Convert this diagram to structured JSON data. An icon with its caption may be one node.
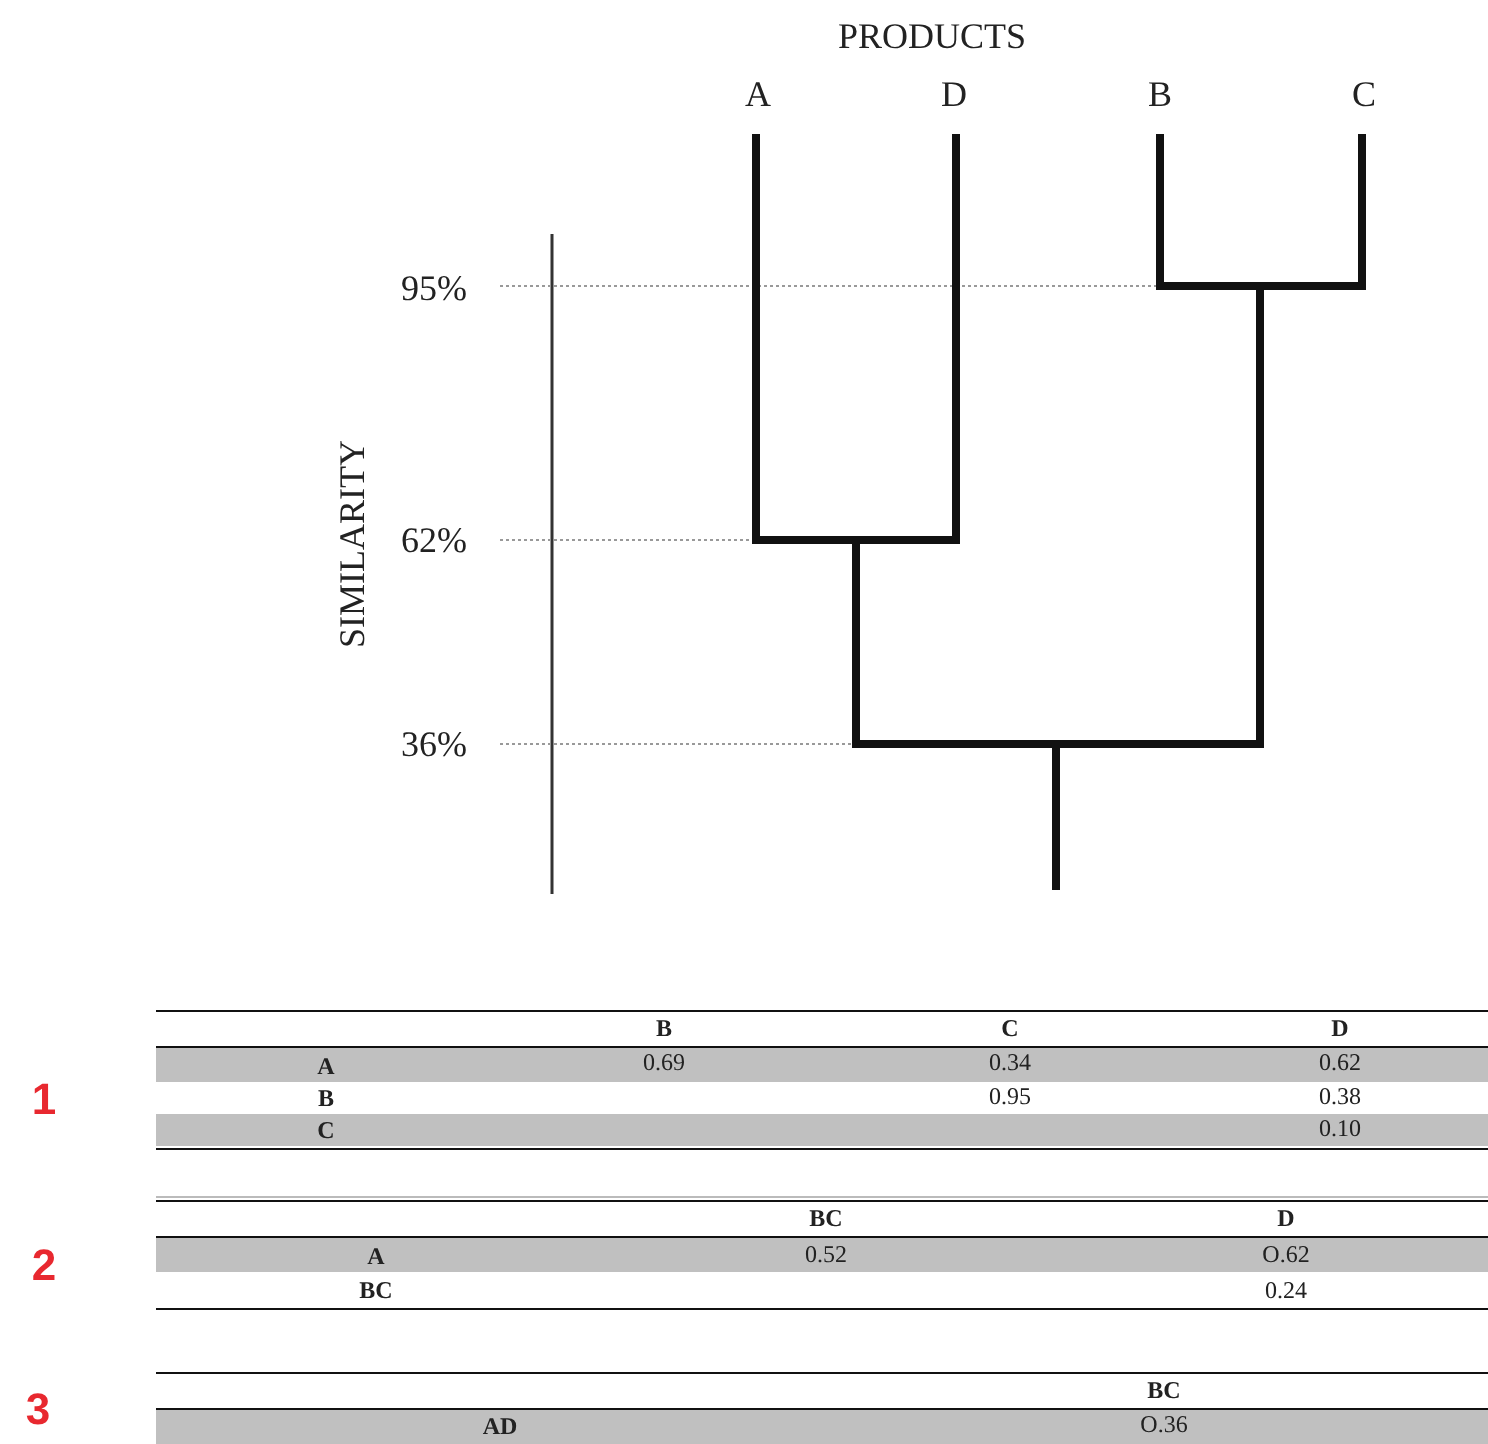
{
  "diagram": {
    "labels": [
      "PRODUCTS",
      "A",
      "D",
      "B",
      "C",
      "95%",
      "SIMILARITY",
      "62%",
      "36%",
      "1",
      "B",
      "C",
      "D",
      "A",
      "0.69",
      "0.34",
      "0.62",
      "B",
      "0.95",
      "0.38",
      "C",
      "0.10",
      "2",
      "BC",
      "D",
      "A",
      "0.52",
      "O.62",
      "BC",
      "0.24",
      "3",
      "BC",
      "AD",
      "O.36"
    ]
  }
}
